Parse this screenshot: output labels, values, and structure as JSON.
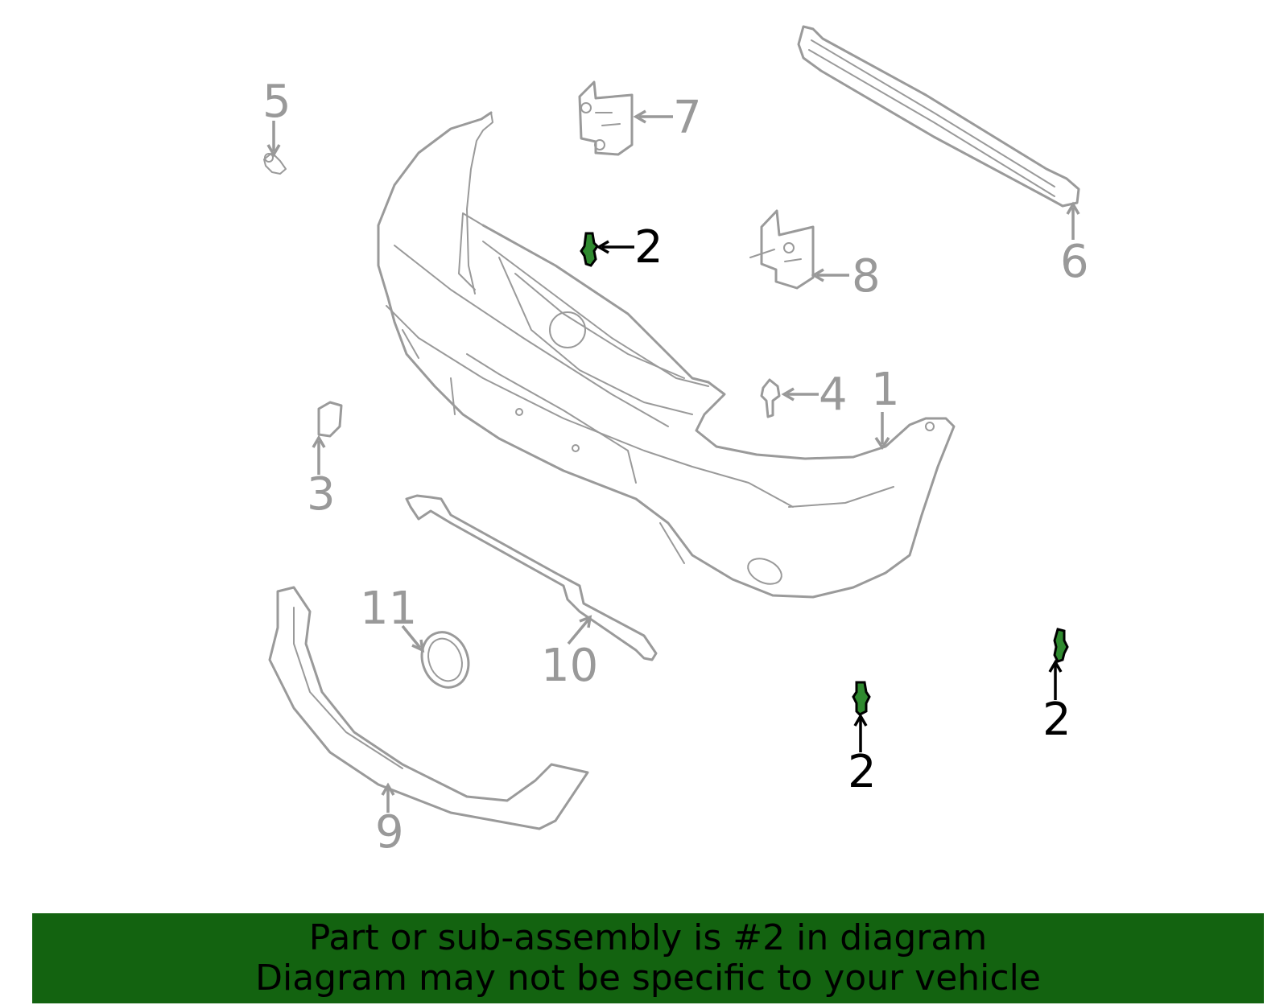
{
  "callouts": [
    {
      "id": "c1",
      "text": "1",
      "highlighted": false
    },
    {
      "id": "c2a",
      "text": "2",
      "highlighted": true
    },
    {
      "id": "c2b",
      "text": "2",
      "highlighted": true
    },
    {
      "id": "c2c",
      "text": "2",
      "highlighted": true
    },
    {
      "id": "c3",
      "text": "3",
      "highlighted": false
    },
    {
      "id": "c4",
      "text": "4",
      "highlighted": false
    },
    {
      "id": "c5",
      "text": "5",
      "highlighted": false
    },
    {
      "id": "c6",
      "text": "6",
      "highlighted": false
    },
    {
      "id": "c7",
      "text": "7",
      "highlighted": false
    },
    {
      "id": "c8",
      "text": "8",
      "highlighted": false
    },
    {
      "id": "c9",
      "text": "9",
      "highlighted": false
    },
    {
      "id": "c10",
      "text": "10",
      "highlighted": false
    },
    {
      "id": "c11",
      "text": "11",
      "highlighted": false
    }
  ],
  "banner": {
    "line1": "Part or sub-assembly is #2 in diagram",
    "line2": "Diagram may not be specific to your vehicle",
    "background": "#136310"
  },
  "colors": {
    "line_art": "#9a9a9a",
    "highlight_part": "#2f8a2f",
    "highlight_label": "#000000"
  }
}
